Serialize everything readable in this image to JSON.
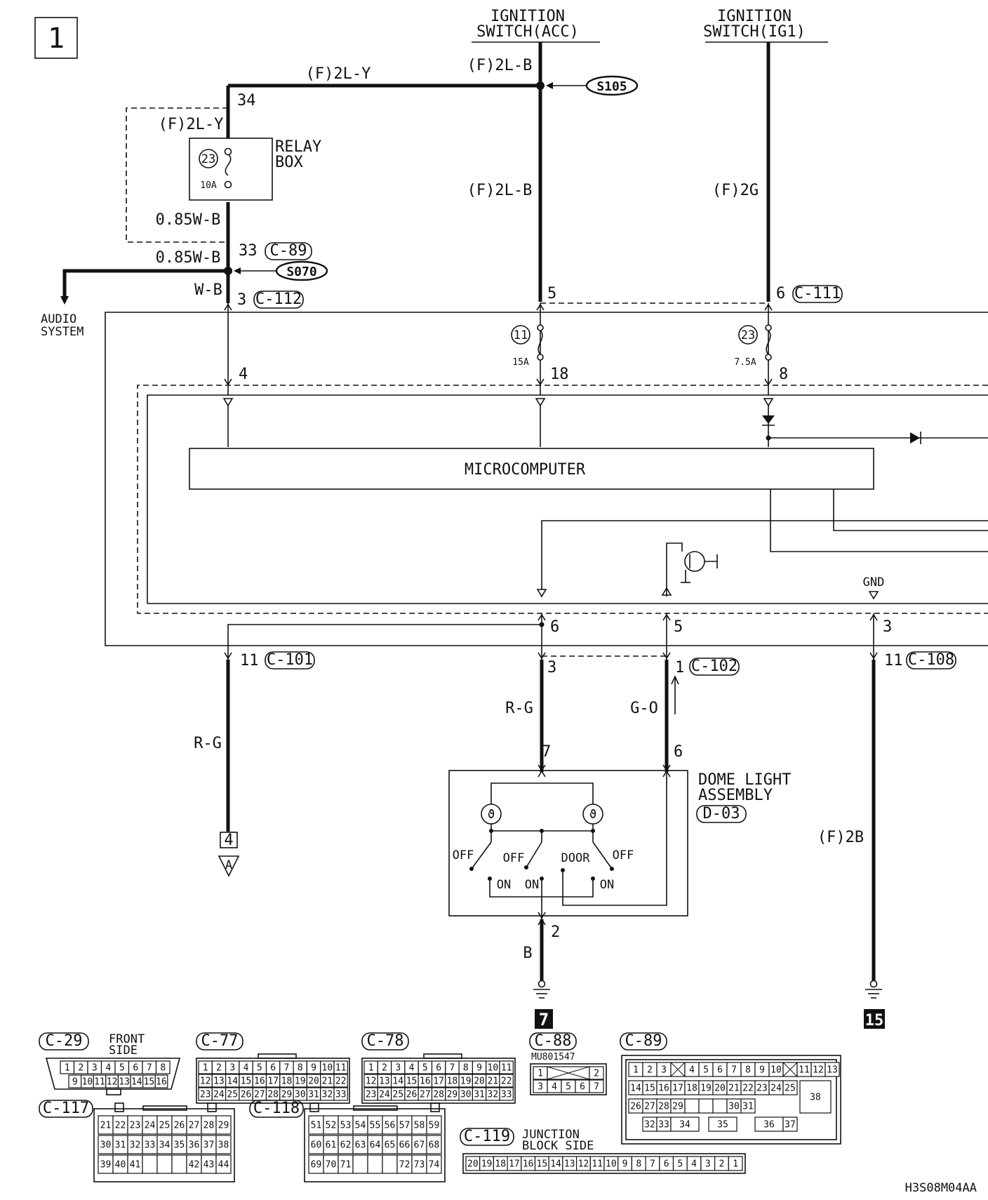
{
  "page_number": "1",
  "ign_acc": {
    "line1": "IGNITION",
    "line2": "SWITCH(ACC)"
  },
  "ign_ig1": {
    "line1": "IGNITION",
    "line2": "SWITCH(IG1)"
  },
  "wires": {
    "top_left": "(F)2L-Y",
    "acc_top": "(F)2L-B",
    "relay_top": "(F)2L-Y",
    "acc_mid": "(F)2L-B",
    "ig1_mid": "(F)2G",
    "relay_out": "0.85W-B",
    "relay_c89": "0.85W-B",
    "audio_feed": "W-B",
    "left_out": "R-G",
    "dome_in": "R-G",
    "dome_sw": "G-O",
    "dome_gnd": "B",
    "gnd_right": "(F)2B"
  },
  "splices": {
    "s105": "S105",
    "s070": "S070"
  },
  "relay_box": {
    "line1": "RELAY",
    "line2": "BOX",
    "fuse_no": "23",
    "fuse_amp": "10A"
  },
  "pins": {
    "p34": "34",
    "p33": "33",
    "p3": "3",
    "p5": "5",
    "p6": "6",
    "p4": "4",
    "p18": "18",
    "p8": "8",
    "b6": "6",
    "b5": "5",
    "b3": "3",
    "p11a": "11",
    "p3b": "3",
    "p1": "1",
    "p11b": "11",
    "p7": "7",
    "p6b": "6",
    "p2": "2"
  },
  "connectors": {
    "c89": "C-89",
    "c112": "C-112",
    "c111": "C-111",
    "c101": "C-101",
    "c102": "C-102",
    "c108": "C-108"
  },
  "fuses": {
    "f11": "11",
    "f11_amp": "15A",
    "f23": "23",
    "f23_amp": "7.5A"
  },
  "audio": {
    "line1": "AUDIO",
    "line2": "SYSTEM"
  },
  "micro": "MICROCOMPUTER",
  "gnd_label": "GND",
  "dome": {
    "line1": "DOME LIGHT",
    "line2": "ASSEMBLY",
    "code": "D-03",
    "off1": "OFF",
    "off2": "OFF",
    "door": "DOOR",
    "off3": "OFF",
    "on1": "ON",
    "on2": "ON",
    "on3": "ON"
  },
  "refs": {
    "r4": "4",
    "rA": "A",
    "r7": "7",
    "r15": "15"
  },
  "conn_c29": {
    "code": "C-29",
    "side1": "FRONT",
    "side2": "SIDE",
    "row1": [
      "1",
      "2",
      "3",
      "4",
      "5",
      "6",
      "7",
      "8"
    ],
    "row2": [
      "9",
      "10",
      "11",
      "12",
      "13",
      "14",
      "15",
      "16"
    ]
  },
  "conn_c77": {
    "code": "C-77",
    "row1": [
      "1",
      "2",
      "3",
      "4",
      "5",
      "6",
      "7",
      "8",
      "9",
      "10",
      "11"
    ],
    "row2": [
      "12",
      "13",
      "14",
      "15",
      "16",
      "17",
      "18",
      "19",
      "20",
      "21",
      "22"
    ],
    "row3": [
      "23",
      "24",
      "25",
      "26",
      "27",
      "28",
      "29",
      "30",
      "31",
      "32",
      "33"
    ]
  },
  "conn_c78": {
    "code": "C-78",
    "row1": [
      "1",
      "2",
      "3",
      "4",
      "5",
      "6",
      "7",
      "8",
      "9",
      "10",
      "11"
    ],
    "row2": [
      "12",
      "13",
      "14",
      "15",
      "16",
      "17",
      "18",
      "19",
      "20",
      "21",
      "22"
    ],
    "row3": [
      "23",
      "24",
      "25",
      "26",
      "27",
      "28",
      "29",
      "30",
      "31",
      "32",
      "33"
    ]
  },
  "conn_c88": {
    "code": "C-88",
    "part": "MU801547",
    "row1": [
      "1",
      "",
      "2"
    ],
    "row2": [
      "3",
      "4",
      "5",
      "6",
      "7"
    ]
  },
  "conn_c89": {
    "code": "C-89",
    "row1": [
      "1",
      "2",
      "3",
      "",
      "4",
      "5",
      "6",
      "7",
      "8",
      "9",
      "10",
      "",
      "11",
      "12",
      "13"
    ],
    "row2": [
      "14",
      "15",
      "16",
      "17",
      "18",
      "19",
      "20",
      "21",
      "22",
      "23",
      "24",
      "25"
    ],
    "row3": [
      "26",
      "27",
      "28",
      "29",
      "",
      "",
      "",
      "30",
      "31"
    ],
    "row4": [
      "32",
      "33",
      "34",
      "35",
      "36",
      "37"
    ],
    "big": "38"
  },
  "conn_c117": {
    "code": "C-117",
    "row1": [
      "21",
      "22",
      "23",
      "24",
      "25",
      "26",
      "27",
      "28",
      "29"
    ],
    "row2": [
      "30",
      "31",
      "32",
      "33",
      "34",
      "35",
      "36",
      "37",
      "38"
    ],
    "row3": [
      "39",
      "40",
      "41",
      "",
      "",
      "",
      "42",
      "43",
      "44"
    ]
  },
  "conn_c118": {
    "code": "C-118",
    "row1": [
      "51",
      "52",
      "53",
      "54",
      "55",
      "56",
      "57",
      "58",
      "59"
    ],
    "row2": [
      "60",
      "61",
      "62",
      "63",
      "64",
      "65",
      "66",
      "67",
      "68"
    ],
    "row3": [
      "69",
      "70",
      "71",
      "",
      "",
      "",
      "72",
      "73",
      "74"
    ]
  },
  "conn_c119": {
    "code": "C-119",
    "side1": "JUNCTION",
    "side2": "BLOCK SIDE",
    "pins": [
      "20",
      "19",
      "18",
      "17",
      "16",
      "15",
      "14",
      "13",
      "12",
      "11",
      "10",
      "9",
      "8",
      "7",
      "6",
      "5",
      "4",
      "3",
      "2",
      "1"
    ]
  },
  "drawing_code": "H3S08M04AA"
}
